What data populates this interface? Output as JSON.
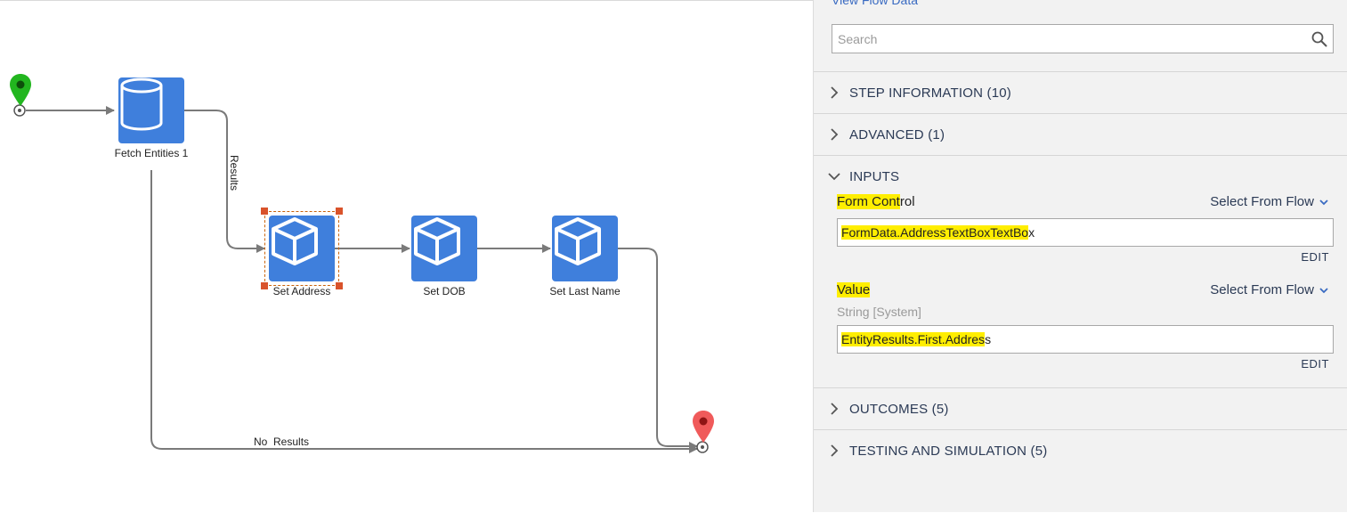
{
  "canvas": {
    "nodes": {
      "fetch": {
        "label": "Fetch Entities 1"
      },
      "set_address": {
        "label": "Set Address"
      },
      "set_dob": {
        "label": "Set DOB"
      },
      "set_last_name": {
        "label": "Set Last Name"
      }
    },
    "connectors": {
      "results": "Results",
      "no_results": "No  Results"
    },
    "colors": {
      "node": "#3f7fdc",
      "start_pin": "#22b61f",
      "end_pin": "#f05a5a",
      "selection": "#c9630b"
    }
  },
  "panel": {
    "top_link": "View Flow Data",
    "search": {
      "placeholder": "Search",
      "value": ""
    },
    "sections": {
      "step_information": "STEP INFORMATION (10)",
      "advanced": "ADVANCED (1)",
      "inputs": "INPUTS",
      "outcomes": "OUTCOMES (5)",
      "testing": "TESTING AND SIMULATION (5)"
    },
    "inputs": {
      "form_control": {
        "label_highlighted": "Form Cont",
        "label_rest": "rol",
        "select_label": "Select From Flow",
        "value_highlighted": "FormData.AddressTextBoxTextBo",
        "value_rest": "x",
        "edit_label": "EDIT"
      },
      "value": {
        "label_highlighted": "Value",
        "select_label": "Select From Flow",
        "type_label": "String [System]",
        "value_highlighted": "EntityResults.First.Addres",
        "value_rest": "s",
        "edit_label": "EDIT"
      }
    }
  }
}
